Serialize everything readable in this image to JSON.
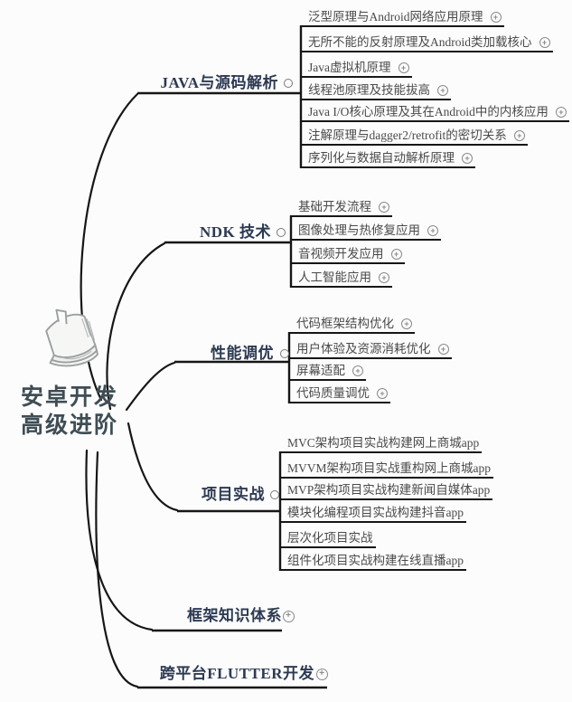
{
  "root": {
    "title_lines": [
      "安卓开发",
      "高级进阶"
    ],
    "icon": "book-icon"
  },
  "icons": {
    "expand_glyph": "+"
  },
  "colors": {
    "background": "#fcfcfc",
    "line": "#161616",
    "branch_text": "#2c3a52",
    "child_text": "#4a4a4a",
    "root_text": "#3f4d55",
    "icon_gray": "#8a8a8a"
  },
  "branches": [
    {
      "label": "JAVA与源码解析",
      "state": "expanded",
      "children": [
        {
          "label": "泛型原理与Android网络应用原理",
          "expandable": true
        },
        {
          "label": "无所不能的反射原理及Android类加载核心",
          "expandable": true
        },
        {
          "label": "Java虚拟机原理",
          "expandable": true
        },
        {
          "label": "线程池原理及技能拔高",
          "expandable": true
        },
        {
          "label": "Java I/O核心原理及其在Android中的内核应用",
          "expandable": true
        },
        {
          "label": "注解原理与dagger2/retrofit的密切关系",
          "expandable": true
        },
        {
          "label": "序列化与数据自动解析原理",
          "expandable": true
        }
      ]
    },
    {
      "label": "NDK 技术",
      "state": "expanded",
      "children": [
        {
          "label": "基础开发流程",
          "expandable": true
        },
        {
          "label": "图像处理与热修复应用",
          "expandable": true
        },
        {
          "label": "音视频开发应用",
          "expandable": true
        },
        {
          "label": "人工智能应用",
          "expandable": true
        }
      ]
    },
    {
      "label": "性能调优",
      "state": "expanded",
      "children": [
        {
          "label": "代码框架结构优化",
          "expandable": true
        },
        {
          "label": "用户体验及资源消耗优化",
          "expandable": true
        },
        {
          "label": "屏幕适配",
          "expandable": true
        },
        {
          "label": "代码质量调优",
          "expandable": true
        }
      ]
    },
    {
      "label": "项目实战",
      "state": "expanded",
      "children": [
        {
          "label": "MVC架构项目实战构建网上商城app",
          "expandable": false
        },
        {
          "label": "MVVM架构项目实战重构网上商城app",
          "expandable": false
        },
        {
          "label": "MVP架构项目实战构建新闻自媒体app",
          "expandable": false
        },
        {
          "label": "模块化编程项目实战构建抖音app",
          "expandable": false
        },
        {
          "label": "层次化项目实战",
          "expandable": false
        },
        {
          "label": "组件化项目实战构建在线直播app",
          "expandable": false
        }
      ]
    },
    {
      "label": "框架知识体系",
      "state": "collapsed",
      "children": []
    },
    {
      "label": "跨平台FLUTTER开发",
      "state": "collapsed",
      "children": []
    }
  ]
}
